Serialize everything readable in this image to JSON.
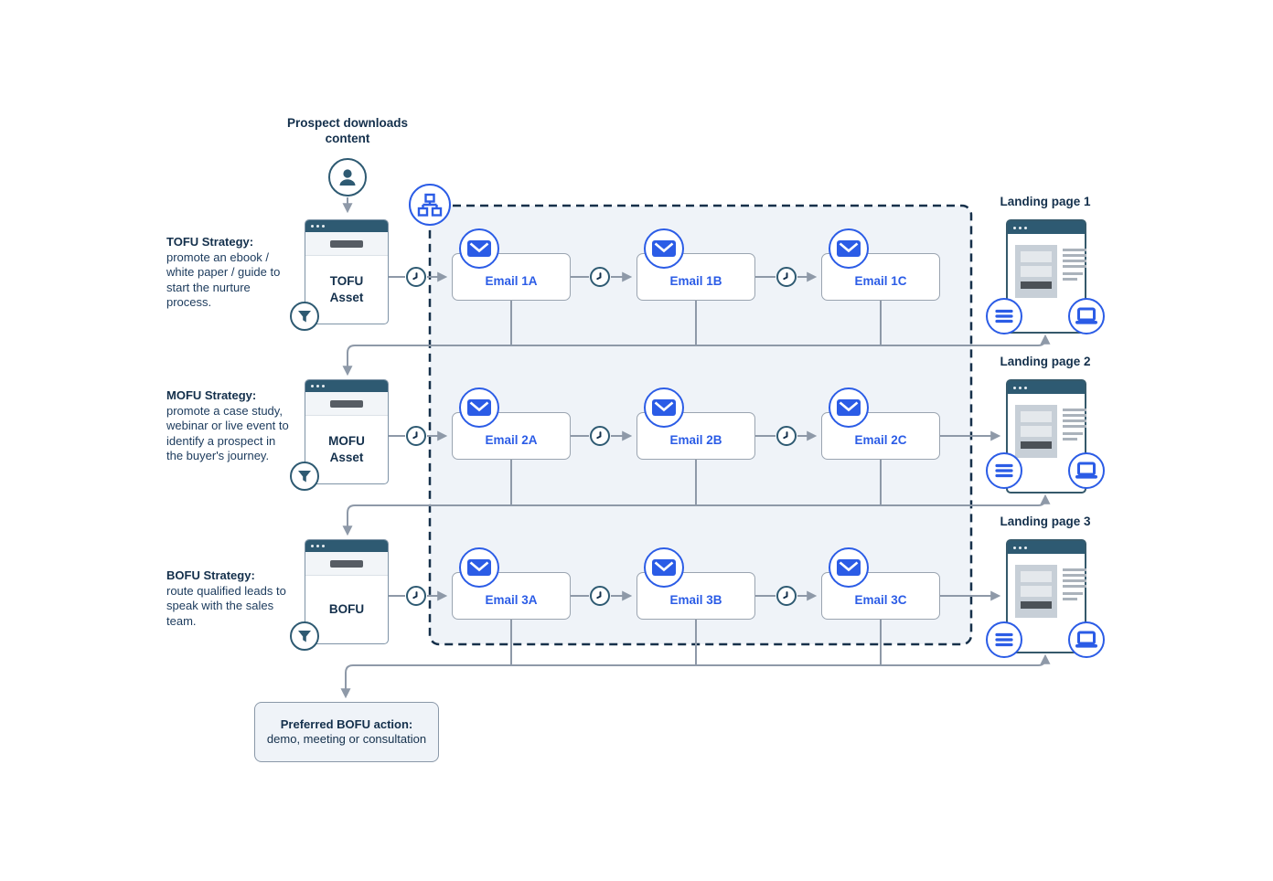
{
  "prospect": {
    "label": "Prospect downloads content"
  },
  "strategies": [
    {
      "title": "TOFU Strategy:",
      "body": "promote an ebook / white paper / guide to start the nurture process."
    },
    {
      "title": "MOFU Strategy:",
      "body": "promote a case study, webinar or live event to identify a prospect in the buyer's journey."
    },
    {
      "title": "BOFU Strategy:",
      "body": "route qualified leads to speak with the sales team."
    }
  ],
  "assets": [
    "TOFU Asset",
    "MOFU Asset",
    "BOFU"
  ],
  "email_rows": [
    {
      "emails": [
        "Email 1A",
        "Email 1B",
        "Email 1C"
      ]
    },
    {
      "emails": [
        "Email 2A",
        "Email 2B",
        "Email 2C"
      ]
    },
    {
      "emails": [
        "Email 3A",
        "Email 3B",
        "Email 3C"
      ]
    }
  ],
  "landing_pages": [
    "Landing page 1",
    "Landing page 2",
    "Landing page 3"
  ],
  "bofu_action": {
    "title": "Preferred BOFU action:",
    "body": "demo, meeting or consultation"
  },
  "icons": [
    "person-icon",
    "sitemap-icon",
    "email-icon",
    "clock-icon",
    "funnel-icon",
    "menu-icon",
    "laptop-icon"
  ],
  "colors": {
    "accent_blue": "#2B5CE6",
    "navy": "#2E5A72",
    "text_navy": "#14304C",
    "panel_bg": "#EFF3F8",
    "panel_border": "#16304A",
    "connector_gray": "#8E99A8"
  }
}
